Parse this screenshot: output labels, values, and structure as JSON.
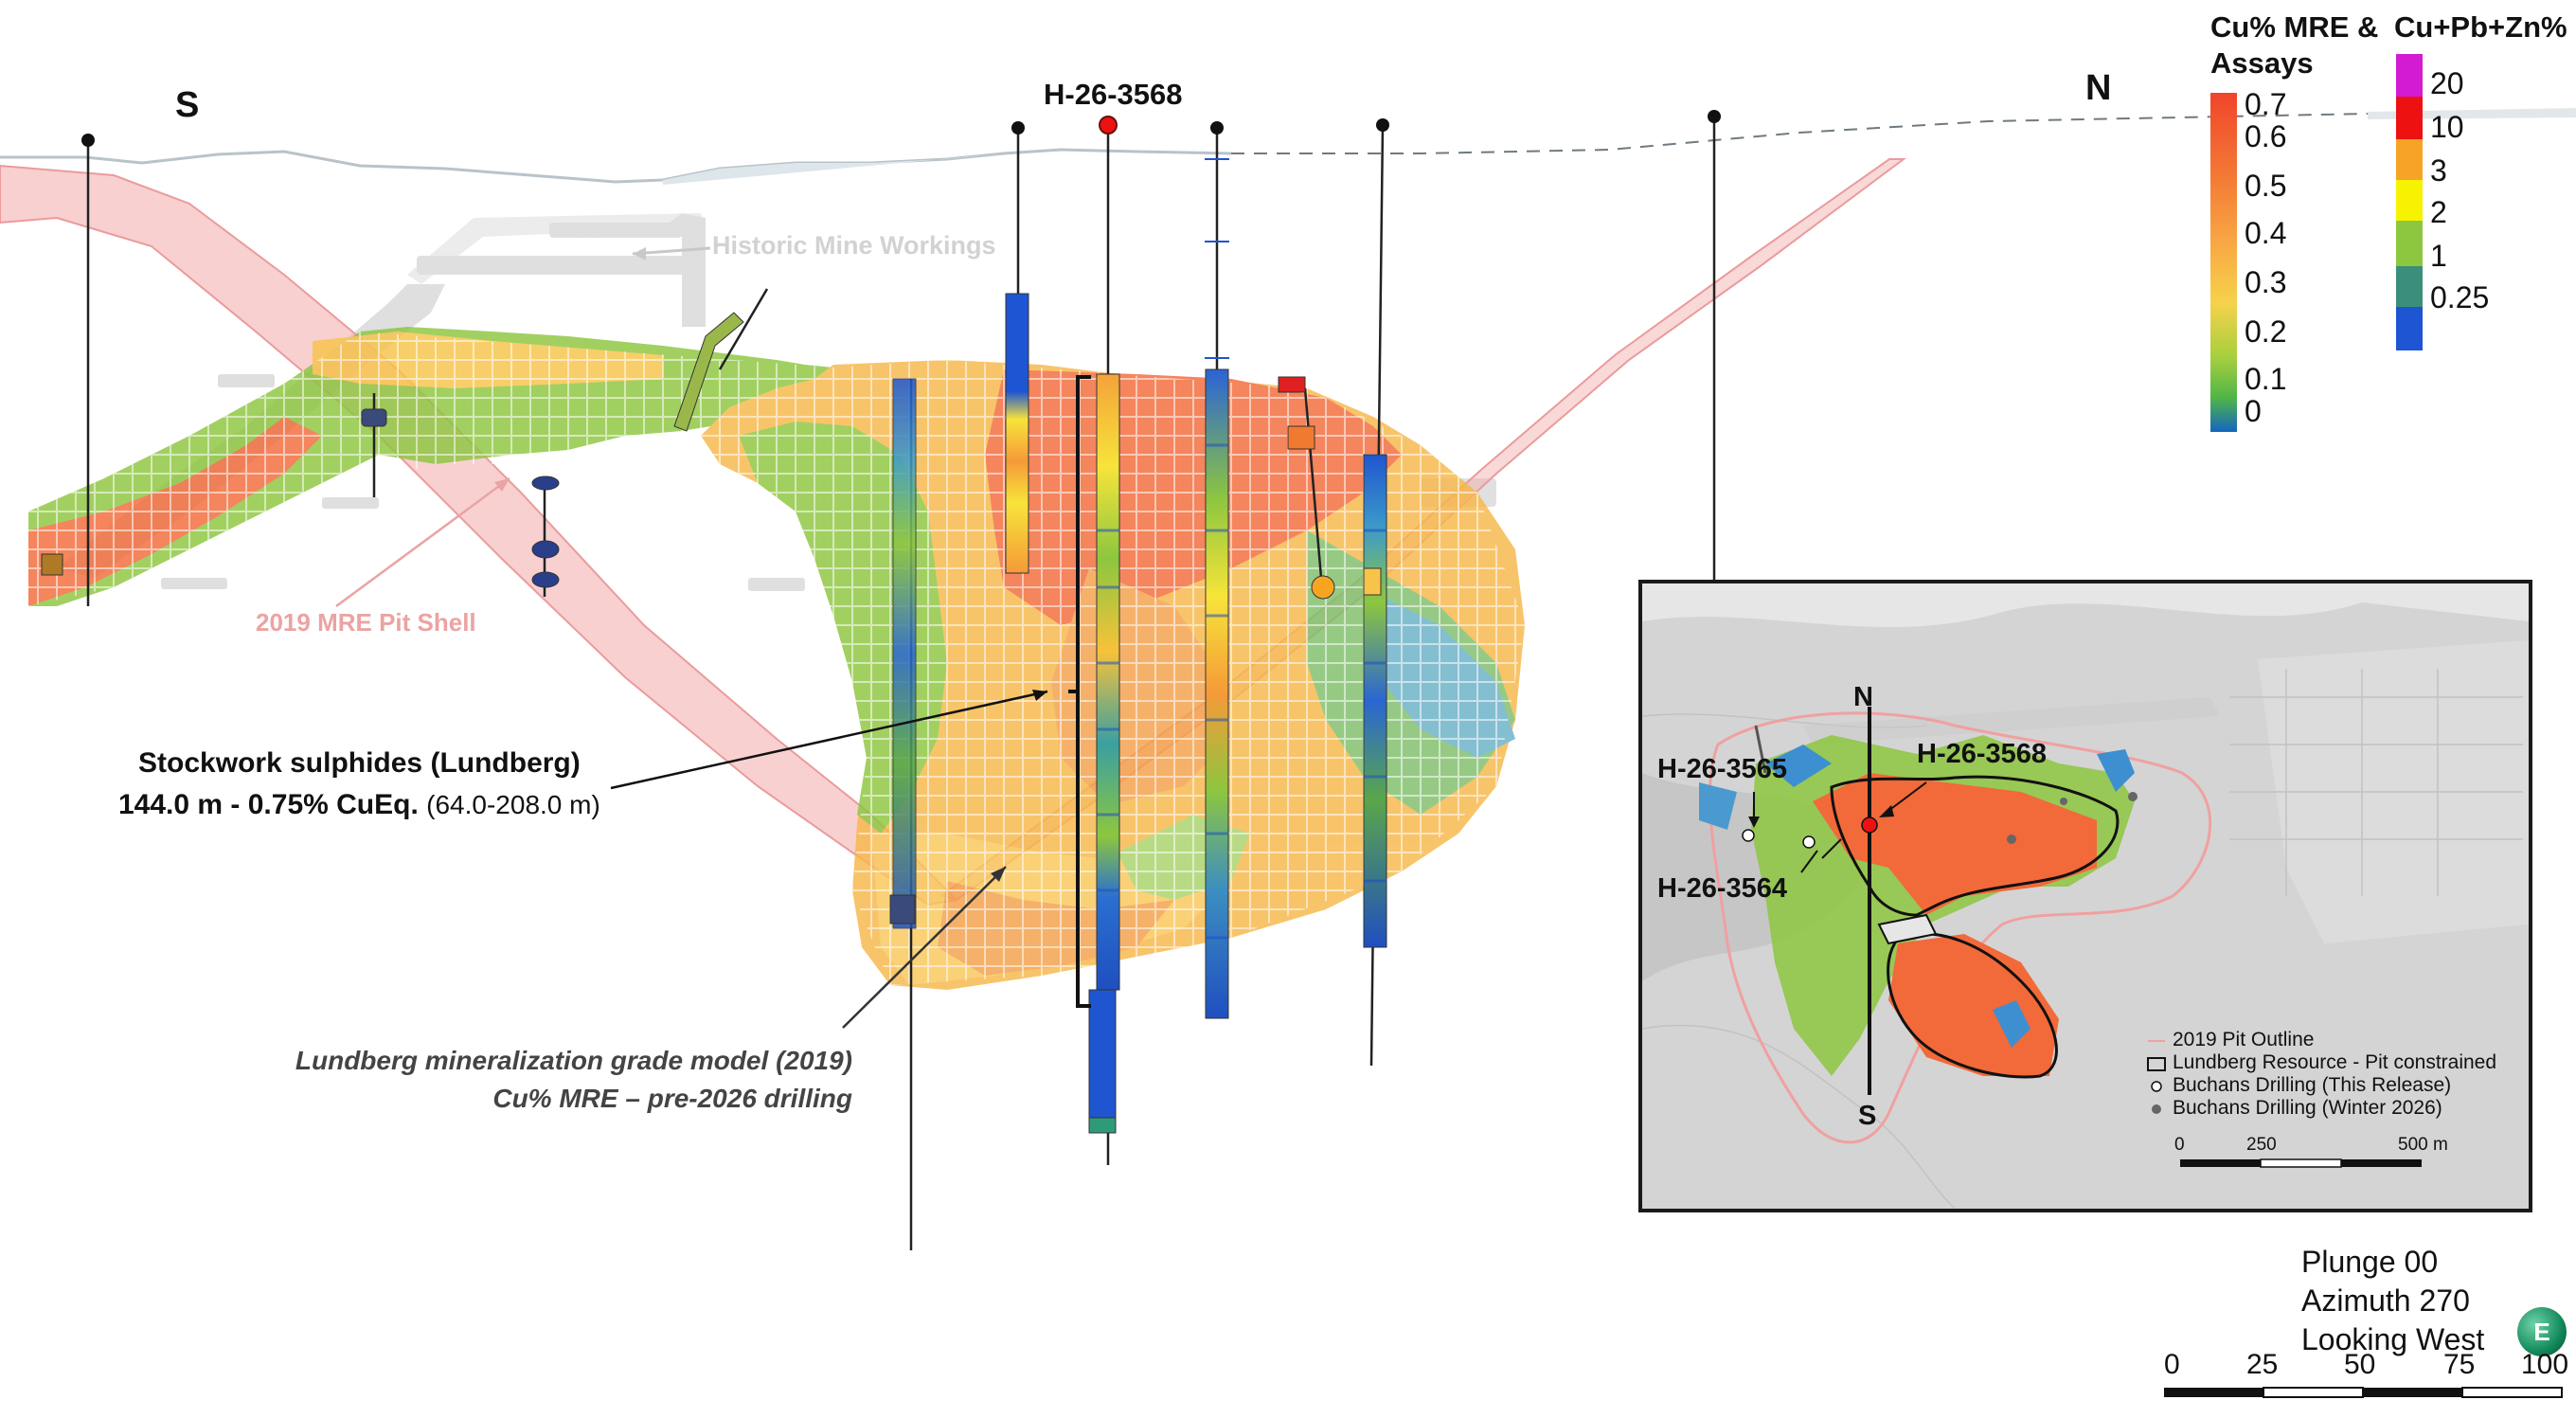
{
  "direction_labels": {
    "south": "S",
    "north": "N"
  },
  "hole_label": "H-26-3568",
  "annotations": {
    "historic": "Historic Mine Workings",
    "pit_shell": "2019 MRE Pit Shell",
    "stockwork_title": "Stockwork sulphides (Lundberg)",
    "stockwork_value": "144.0 m - 0.75% CuEq.",
    "stockwork_interval": "(64.0-208.0 m)",
    "model_line1": "Lundberg mineralization grade model (2019)",
    "model_line2": "Cu% MRE – pre-2026 drilling"
  },
  "legend_cu": {
    "title_line1": "Cu% MRE &",
    "title_line2": "Assays",
    "ticks": [
      "0.7",
      "0.6",
      "0.5",
      "0.4",
      "0.3",
      "0.2",
      "0.1",
      "0"
    ]
  },
  "legend_cpz": {
    "title": "Cu+Pb+Zn%",
    "ticks": [
      "20",
      "10",
      "3",
      "2",
      "1",
      "0.25"
    ]
  },
  "orientation": {
    "plunge": "Plunge 00",
    "azimuth": "Azimuth 270",
    "looking": "Looking West",
    "compass_letter": "E"
  },
  "scale_bar": [
    "0",
    "25",
    "50",
    "75",
    "100"
  ],
  "inset": {
    "north": "N",
    "south": "S",
    "holes": [
      "H-26-3565",
      "H-26-3568",
      "H-26-3564"
    ],
    "legend": [
      "2019 Pit Outline",
      "Lundberg Resource - Pit constrained",
      "Buchans Drilling (This Release)",
      "Buchans Drilling (Winter 2026)"
    ],
    "scale": [
      "0",
      "250",
      "500 m"
    ]
  },
  "colors": {
    "grade_high": "#f0582a",
    "grade_mid": "#fbb040",
    "grade_low": "#8dc63f",
    "grade_zero": "#1f5fbf",
    "pit_shell": "#f2a9a9",
    "workings": "#d4d4d4",
    "collar": "#111111",
    "highlight_collar": "#ee1111"
  }
}
